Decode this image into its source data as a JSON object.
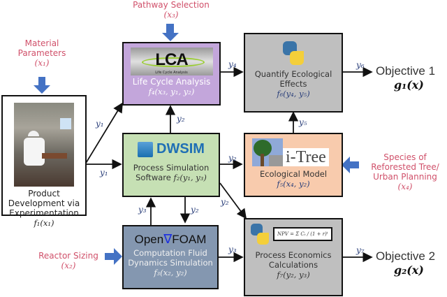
{
  "inputs": {
    "material": {
      "line1": "Material",
      "line2": "Parameters",
      "var": "(x₁)"
    },
    "pathway": {
      "line1": "Pathway Selection",
      "var": "(x₃)"
    },
    "reactor": {
      "line1": "Reactor Sizing",
      "var": "(x₂)"
    },
    "species": {
      "line1": "Species of",
      "line2": "Reforested Tree/",
      "line3": "Urban Planning",
      "var": "(x₄)"
    }
  },
  "boxes": {
    "product": {
      "line1": "Product",
      "line2": "Development via",
      "line3": "Experimentation",
      "fn": "f₁(x₁)",
      "image": "lab-photo"
    },
    "lca": {
      "logo": "LCA",
      "logo_sub": "Life Cycle Analysis",
      "title": "Life Cycle Analysis",
      "fn": "f₄(x₃, y₁, y₂)",
      "color": "#c3a6db"
    },
    "dwsim": {
      "logo": "DWSIM",
      "line1": "Process Simulation",
      "line2": "Software",
      "fn": "f₂(y₁, y₃)",
      "color": "#c6e0b4"
    },
    "openfoam": {
      "logo_a": "Open",
      "logo_b": "FOAM",
      "line1": "Computation Fluid",
      "line2": "Dynamics Simulation",
      "fn": "f₃(x₂, y₂)",
      "color": "#8497b0"
    },
    "quantify": {
      "line1": "Quantify Ecological",
      "line2": "Effects",
      "fn": "f₆(y₄, y₅)",
      "color": "#bfbfbf"
    },
    "itree": {
      "logo": "i-Tree",
      "line1": "Ecological Model",
      "fn": "f₅(x₄, y₂)",
      "color": "#f8cbad"
    },
    "economics": {
      "formula": "NPV = Σ Cₜ / (1 + r)ᵗ",
      "line1": "Process Economics",
      "line2": "Calculations",
      "fn": "f₇(y₂, y₃)",
      "color": "#bfbfbf"
    }
  },
  "edges": {
    "y1_up": "y₁",
    "y1_mid": "y₁",
    "y2_up": "y₂",
    "y2_right": "y₂",
    "y2_diag": "y₂",
    "y2_down": "y₂",
    "y3_up": "y₃",
    "y3_right": "y₃",
    "y4": "y₄",
    "y5": "y₅",
    "y6": "y₆",
    "y7": "y₇"
  },
  "objectives": {
    "obj1": {
      "label": "Objective 1",
      "fn": "g₁(x)"
    },
    "obj2": {
      "label": "Objective 2",
      "fn": "g₂(x)"
    }
  },
  "colors": {
    "input_label": "#d0506a",
    "input_arrow": "#4472c4",
    "var_label": "#2a3f7a"
  }
}
